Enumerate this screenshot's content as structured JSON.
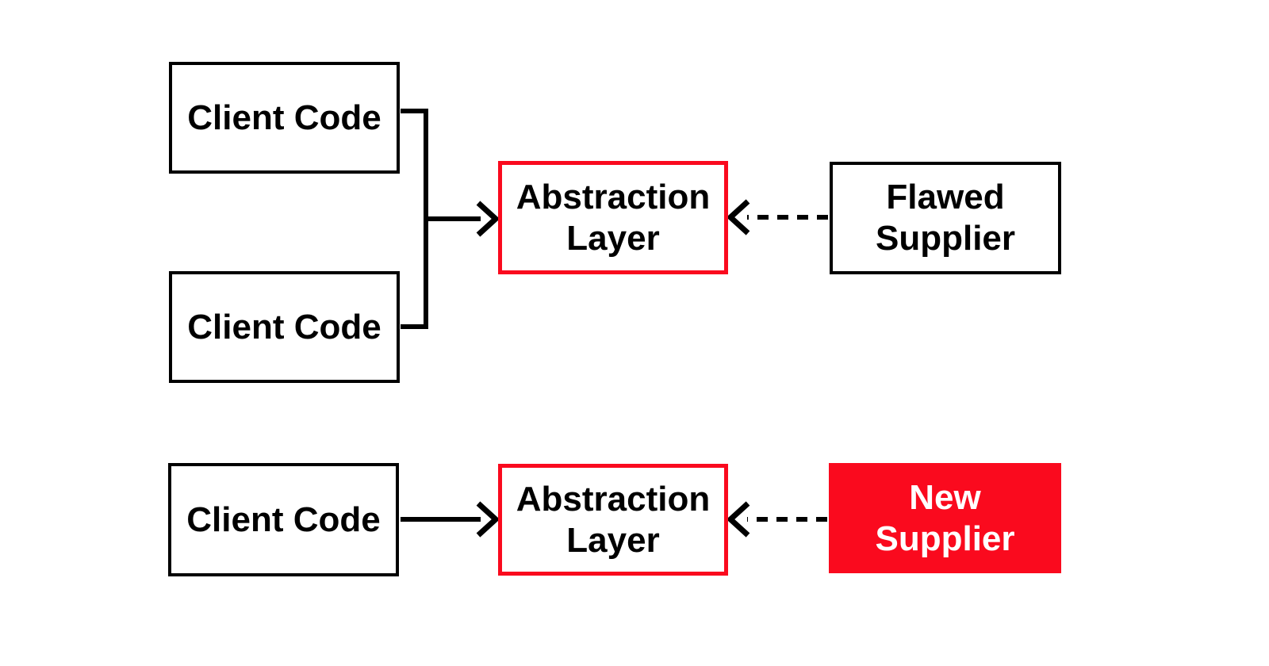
{
  "colors": {
    "accent_red": "#FA0A1E",
    "line_black": "#000000",
    "text_black": "#000000",
    "text_white": "#FFFFFF",
    "background": "#FFFFFF"
  },
  "top_row": {
    "client_code_1": "Client Code",
    "client_code_2": "Client Code",
    "abstraction_layer_line1": "Abstraction",
    "abstraction_layer_line2": "Layer",
    "supplier_line1": "Flawed",
    "supplier_line2": "Supplier"
  },
  "bottom_row": {
    "client_code": "Client Code",
    "abstraction_layer_line1": "Abstraction",
    "abstraction_layer_line2": "Layer",
    "supplier_line1": "New",
    "supplier_line2": "Supplier"
  }
}
